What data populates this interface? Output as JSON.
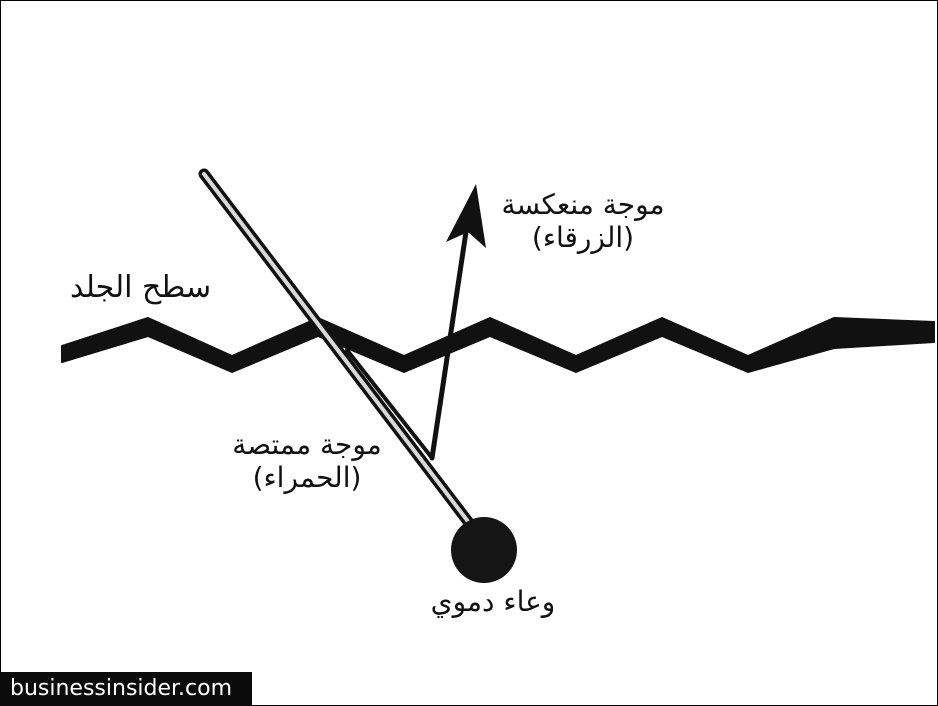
{
  "labels": {
    "skin_surface": "سطح الجلد",
    "reflected_wave_line1": "موجة منعكسة",
    "reflected_wave_line2": "(الزرقاء)",
    "absorbed_wave_line1": "موجة ممتصة",
    "absorbed_wave_line2": "(الحمراء)",
    "blood_vessel": "وعاء دموي"
  },
  "credit": "businessinsider.com",
  "colors": {
    "background": "#ffffff",
    "ink": "#111111",
    "incident_beam_fill": "#d9d9d9",
    "credit_bg": "#0b0b0b",
    "credit_text": "#ffffff"
  }
}
